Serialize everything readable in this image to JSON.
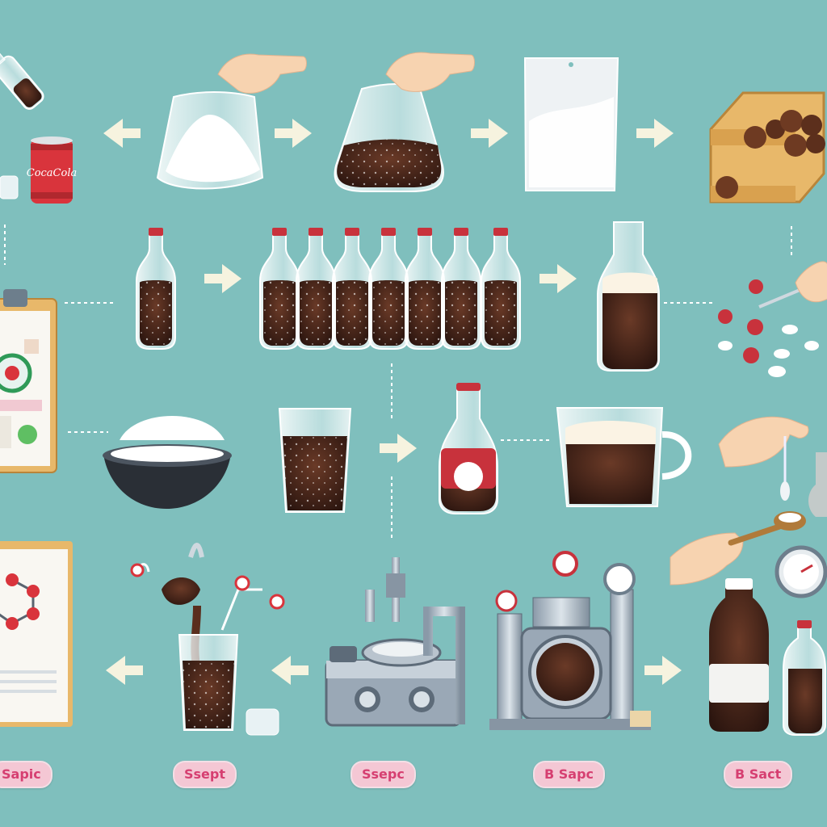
{
  "image": {
    "kind": "illustrated soda making process",
    "background_color": "#7fbfbd"
  },
  "labels": [
    "Sapic",
    "Ssept",
    "Ssepc",
    "B Sapc",
    "B Sact"
  ],
  "can_logo_text": "CocaCola",
  "colors": {
    "soda": "#3d2218",
    "glass": "#e8f4f6",
    "label_pink": "#d63f71",
    "cap_red": "#c8323c",
    "arrow": "#f6f3df"
  }
}
